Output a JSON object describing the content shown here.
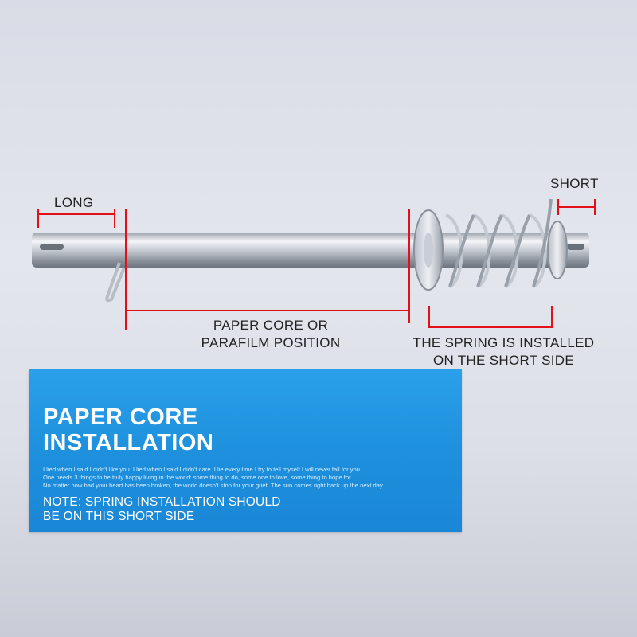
{
  "labels": {
    "long": "LONG",
    "short": "SHORT",
    "paper_core_line1": "PAPER CORE OR",
    "paper_core_line2": "PARAFILM POSITION",
    "spring_line1": "THE SPRING IS INSTALLED",
    "spring_line2": "ON THE SHORT SIDE"
  },
  "banner": {
    "title_line1": "PAPER CORE",
    "title_line2": "INSTALLATION",
    "small_text": [
      "I lied when I said I didn't like you. I lied when I said I didn't care. I lie every time I try to tell myself I will never fall for you.",
      "One needs 3 things to be truly happy living in the world: some thing to do, some one to love, some thing to hope for.",
      "No matter how bad your heart has been broken, the world doesn't stop for your grief. The sun comes right back up the next day."
    ],
    "note_line1": "NOTE: SPRING INSTALLATION SHOULD",
    "note_line2": "BE ON THIS SHORT SIDE"
  },
  "colors": {
    "marker_red": "#e3101a",
    "banner_blue": "#1d8fdc"
  }
}
